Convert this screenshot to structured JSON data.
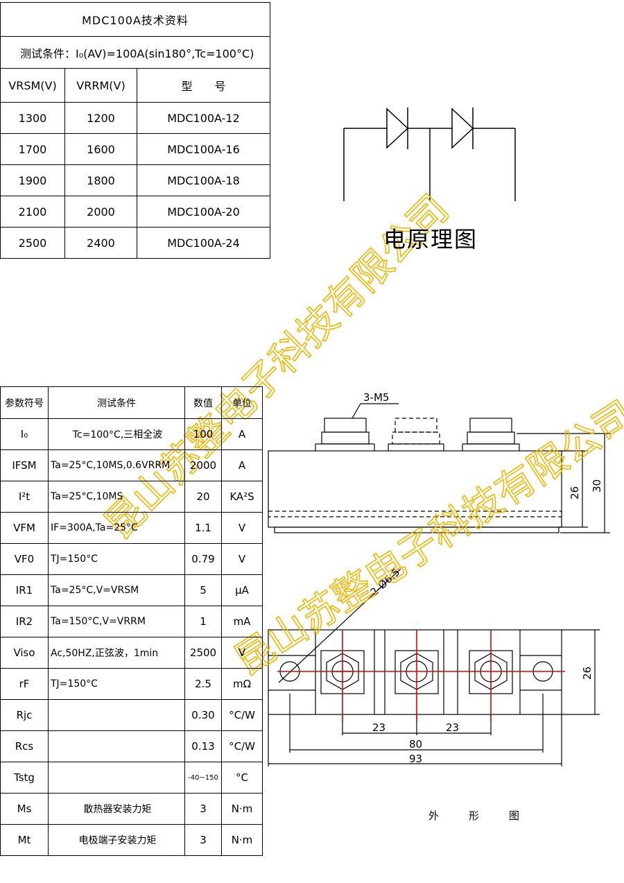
{
  "header": {
    "title": "MDC100A技术资料",
    "test_condition": "测试条件：I₀(AV)=100A(sin180°,Tc=100°C)"
  },
  "type_table": {
    "columns": [
      "VRSM(V)",
      "VRRM(V)",
      "型　　号"
    ],
    "rows": [
      [
        "1300",
        "1200",
        "MDC100A-12"
      ],
      [
        "1700",
        "1600",
        "MDC100A-16"
      ],
      [
        "1900",
        "1800",
        "MDC100A-18"
      ],
      [
        "2100",
        "2000",
        "MDC100A-20"
      ],
      [
        "2500",
        "2400",
        "MDC100A-24"
      ]
    ]
  },
  "circuit": {
    "caption": "电原理图"
  },
  "param_table": {
    "columns": [
      "参数符号",
      "测试条件",
      "数值",
      "单位"
    ],
    "rows": [
      [
        "I₀",
        "Tc=100°C,三相全波",
        "100",
        "A"
      ],
      [
        "IFSM",
        "Ta=25°C,10MS,0.6VRRM",
        "2000",
        "A"
      ],
      [
        "I²t",
        "Ta=25°C,10MS",
        "20",
        "KA²S"
      ],
      [
        "VFM",
        "IF=300A,Ta=25°C",
        "1.1",
        "V"
      ],
      [
        "VF0",
        "TJ=150°C",
        "0.79",
        "V"
      ],
      [
        "IR1",
        "Ta=25°C,V=VRSM",
        "5",
        "μA"
      ],
      [
        "IR2",
        "Ta=150°C,V=VRRM",
        "1",
        "mA"
      ],
      [
        "Viso",
        "Ac,50HZ,正弦波，1min",
        "2500",
        "V"
      ],
      [
        "rF",
        "TJ=150°C",
        "2.5",
        "mΩ"
      ],
      [
        "Rjc",
        "",
        "0.30",
        "°C/W"
      ],
      [
        "Rcs",
        "",
        "0.13",
        "°C/W"
      ],
      [
        "Tstg",
        "",
        "-40~150",
        "°C"
      ],
      [
        "Ms",
        "散热器安装力矩",
        "3",
        "N·m"
      ],
      [
        "Mt",
        "电极端子安装力矩",
        "3",
        "N·m"
      ]
    ]
  },
  "outline": {
    "caption": "外　形　图",
    "screw_label": "3-M5",
    "hole_label": "2-Ø6.5",
    "dims": {
      "h26": "26",
      "h30": "30",
      "w26": "26",
      "d23a": "23",
      "d23b": "23",
      "d80": "80",
      "d93": "93"
    }
  },
  "watermark": "昆山苏整电子科技有限公司",
  "colors": {
    "watermark": "#f5b400",
    "centerline": "#e00000"
  }
}
